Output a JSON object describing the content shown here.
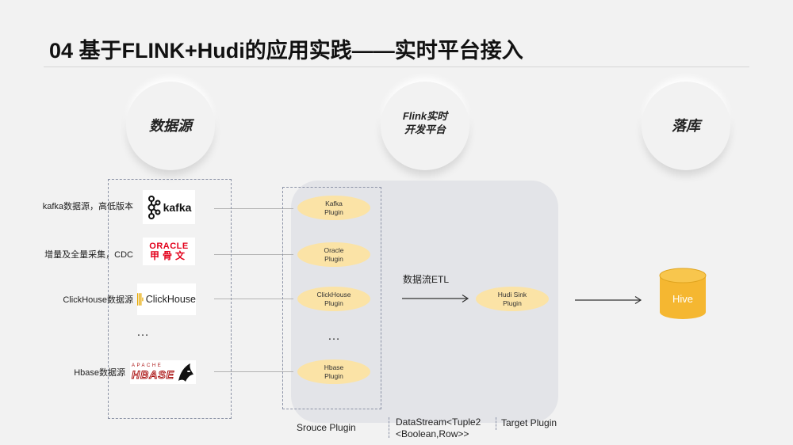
{
  "title": "04 基于FLINK+Hudi的应用实践——实时平台接入",
  "stages": {
    "source": "数据源",
    "flink_line1": "Flink实时",
    "flink_line2": "开发平台",
    "sink": "落库"
  },
  "sources": [
    {
      "label": "kafka数据源，高低版本",
      "logo": "kafka"
    },
    {
      "label": "增量及全量采集，CDC",
      "logo_top": "ORACLE",
      "logo_bottom": "甲骨文"
    },
    {
      "label": "ClickHouse数据源",
      "logo": "ClickHouse"
    },
    {
      "label": "Hbase数据源",
      "logo_top": "APACHE",
      "logo_bottom": "HBASE"
    }
  ],
  "ellipsis": "…",
  "plugins": [
    {
      "line1": "Kafka",
      "line2": "Plugin"
    },
    {
      "line1": "Oracle",
      "line2": "Plugin"
    },
    {
      "line1": "ClickHouse",
      "line2": "Plugin"
    },
    {
      "line1": "Hbase",
      "line2": "Plugin"
    }
  ],
  "etl_label": "数据流ETL",
  "hudi_sink": {
    "line1": "Hudi Sink",
    "line2": "Plugin"
  },
  "hive": "Hive",
  "bottom": {
    "source_plugin": "Srouce Plugin",
    "datastream_line1": "DataStream<Tuple2",
    "datastream_line2": "<Boolean,Row>>",
    "target_plugin": "Target Plugin"
  },
  "colors": {
    "pill": "#fbe3a6",
    "hive": "#f5b731",
    "panel": "#e3e4e8",
    "dash": "#8c93a6",
    "oracle_red": "#e3001b"
  }
}
